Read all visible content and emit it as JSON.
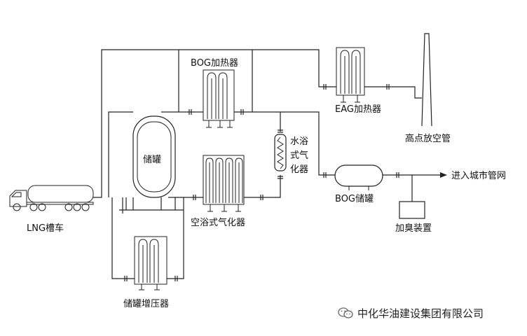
{
  "labels": {
    "bog_heater": "BOG加热器",
    "eag_heater": "EAG加热器",
    "high_vent": "高点放空管",
    "storage_tank": "储罐",
    "water_bath_vaporizer": [
      "水浴",
      "式气",
      "化器"
    ],
    "air_vaporizer": "空浴式气化器",
    "bog_tank": "BOG储罐",
    "to_city_grid": "进入城市管网",
    "odorizer": "加臭装置",
    "lng_truck": "LNG槽车",
    "tank_booster": "储罐增压器"
  },
  "watermark": {
    "text": "中化华油建设集团有限公司"
  }
}
